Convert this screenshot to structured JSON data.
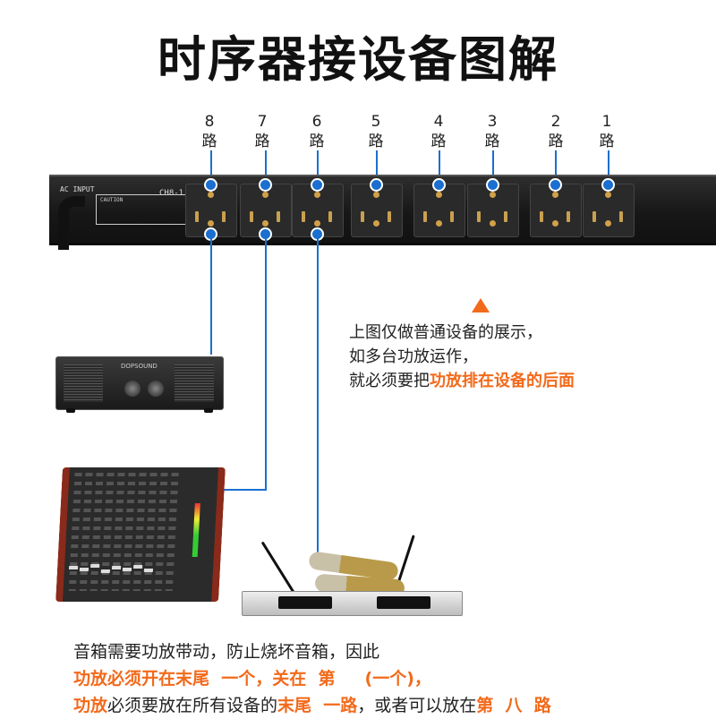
{
  "title": "时序器接设备图解",
  "channels": [
    {
      "num": "8",
      "unit": "路"
    },
    {
      "num": "7",
      "unit": "路"
    },
    {
      "num": "6",
      "unit": "路"
    },
    {
      "num": "5",
      "unit": "路"
    },
    {
      "num": "4",
      "unit": "路"
    },
    {
      "num": "3",
      "unit": "路"
    },
    {
      "num": "2",
      "unit": "路"
    },
    {
      "num": "1",
      "unit": "路"
    }
  ],
  "rack": {
    "ac_input": "AC INPUT",
    "model": "CH8-1",
    "warning": "CAUTION"
  },
  "amp": {
    "brand": "DOPSOUND"
  },
  "note": {
    "line1": "上图仅做普通设备的展示，",
    "line2": "如多台功放运作，",
    "line3_prefix": "就必须要把",
    "line3_highlight": "功放排在设备的后面"
  },
  "bottom": {
    "line1": "音箱需要功放带动，防止烧坏音箱，因此",
    "line2_hl1": "功放必须开在末尾  一个，",
    "line2_hl2": "关在  第     (一个)",
    "line2_end": "，",
    "line3_hl1": "功放",
    "line3_mid1": "必须要放在所有设备的",
    "line3_hl2": "末尾  一路",
    "line3_mid2": "，或者可以放在",
    "line3_hl3": "第  八  路"
  },
  "colors": {
    "accent": "#f26a1b",
    "line": "#1a6fd0"
  }
}
